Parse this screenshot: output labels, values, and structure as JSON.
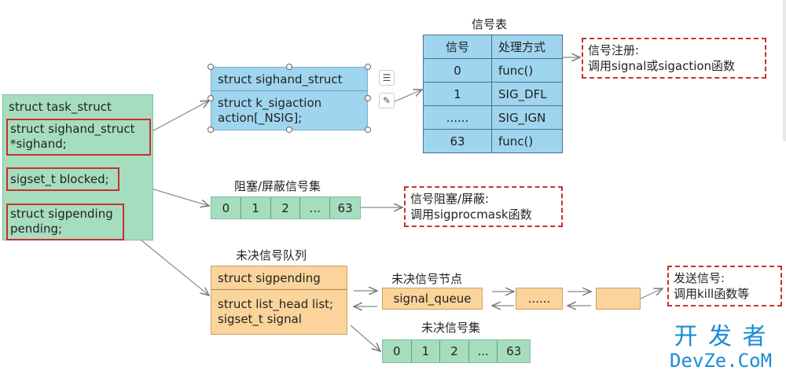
{
  "task_struct": {
    "title": "struct task_struct",
    "sighand_line1": "struct sighand_struct",
    "sighand_line2": "*sighand;",
    "blocked": "sigset_t blocked;",
    "pending_line1": "struct sigpending",
    "pending_line2": "pending;"
  },
  "sighand_struct": {
    "title": "struct sighand_struct",
    "line1": "struct k_sigaction",
    "line2": "action[_NSIG];"
  },
  "signal_table": {
    "title": "信号表",
    "headers": [
      "信号",
      "处理方式"
    ],
    "rows": [
      [
        "0",
        "func()"
      ],
      [
        "1",
        "SIG_DFL"
      ],
      [
        "......",
        "SIG_IGN"
      ],
      [
        "63",
        "func()"
      ]
    ]
  },
  "register_note": {
    "line1": "信号注册:",
    "line2": "调用signal或sigaction函数"
  },
  "blocked_set": {
    "title": "阻塞/屏蔽信号集",
    "cells": [
      "0",
      "1",
      "2",
      "...",
      "63"
    ]
  },
  "block_note": {
    "line1": "信号阻塞/屏蔽:",
    "line2": "调用sigprocmask函数"
  },
  "pending_queue": {
    "title": "未决信号队列",
    "header": "struct sigpending",
    "line1": "struct list_head list;",
    "line2": "sigset_t signal"
  },
  "pending_node": {
    "title": "未决信号节点",
    "node1": "signal_queue",
    "node2": "......",
    "node3": ""
  },
  "send_note": {
    "line1": "发送信号:",
    "line2": "调用kill函数等"
  },
  "pending_set": {
    "title": "未决信号集",
    "cells": [
      "0",
      "1",
      "2",
      "...",
      "63"
    ]
  },
  "watermark": {
    "line1": "开 发 者",
    "line2": "DevZe.CoM"
  },
  "colors": {
    "green": "#a6ddbf",
    "blue": "#9fd5ef",
    "orange": "#fad49a",
    "red": "#c8302f",
    "arrow": "#777777"
  },
  "icons": [
    "layers-icon",
    "edit-icon"
  ]
}
